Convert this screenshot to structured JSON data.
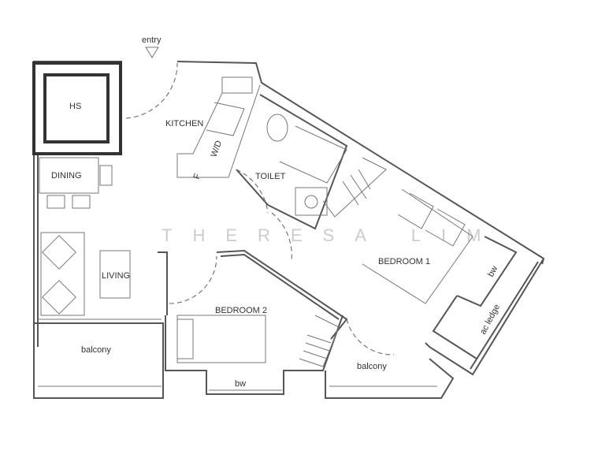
{
  "plan": {
    "entry": "entry",
    "rooms": {
      "hs": "HS",
      "kitchen": "KITCHEN",
      "washer_dryer": "W/D",
      "fridge": "F",
      "dining": "DINING",
      "toilet": "TOILET",
      "living": "LIVING",
      "bedroom1": "BEDROOM 1",
      "bedroom2": "BEDROOM 2",
      "balcony_left": "balcony",
      "balcony_right": "balcony",
      "bw_bottom": "bw",
      "bw_right": "bw",
      "ac_ledge": "ac ledge"
    },
    "watermark": "THERESA LIM"
  }
}
